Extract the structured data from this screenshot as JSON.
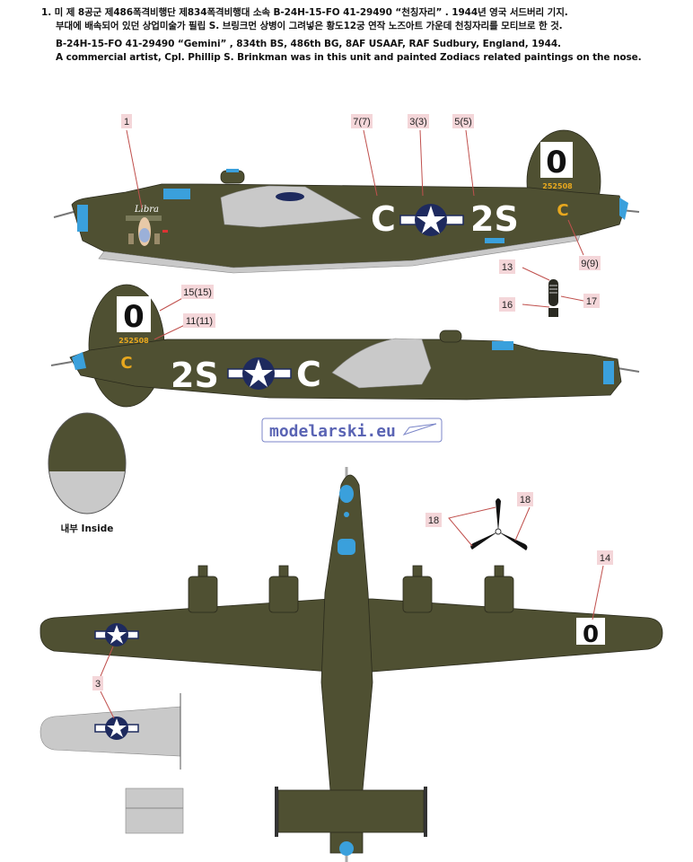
{
  "header": {
    "line1": "1. 미 제 8공군 제486폭격비행단 제834폭격비행대 소속 B-24H-15-FO 41-29490 “천칭자리” . 1944년 영국 서드버리 기지.",
    "line2": "부대에 배속되어 있던 상업미술가 필립 S. 브링크먼 상병이 그려넣은 황도12궁 연작 노즈아트 가운데 천칭자리를 모티브로 한 것.",
    "line3": "B-24H-15-FO 41-29490 “Gemini” , 834th BS, 486th BG, 8AF USAAF, RAF Sudbury, England, 1944.",
    "line4": "A commercial artist, Cpl. Phillip S. Brinkman was in this unit and painted Zodiacs related paintings on the nose."
  },
  "callouts": {
    "nose_art": "1",
    "code_c_left": "7(7)",
    "insignia_left": "3(3)",
    "code_2s_left": "5(5)",
    "tail_c_left": "9(9)",
    "bomb_13": "13",
    "bomb_16": "16",
    "bomb_17": "17",
    "tail_box_right": "15(15)",
    "serial_right": "11(11)",
    "wing_box": "14",
    "wing_insignia": "3",
    "prop_left": "18",
    "prop_right": "18"
  },
  "markings": {
    "code_letter": "C",
    "squadron_code": "2S",
    "tail_number": "0",
    "serial": "252508",
    "tail_letter": "C",
    "nose_art_name": "Libra"
  },
  "inside_label": "내부 Inside",
  "watermark": "modelarski.eu",
  "colors": {
    "olive_drab": "#4f5032",
    "neutral_gray": "#c9c9c9",
    "glazing_blue": "#3aa0dc",
    "insignia_blue": "#1e2a5e",
    "tail_yellow": "#e8a81e",
    "callout_line": "#c0504d",
    "callout_bg": "#f4d6d9"
  }
}
